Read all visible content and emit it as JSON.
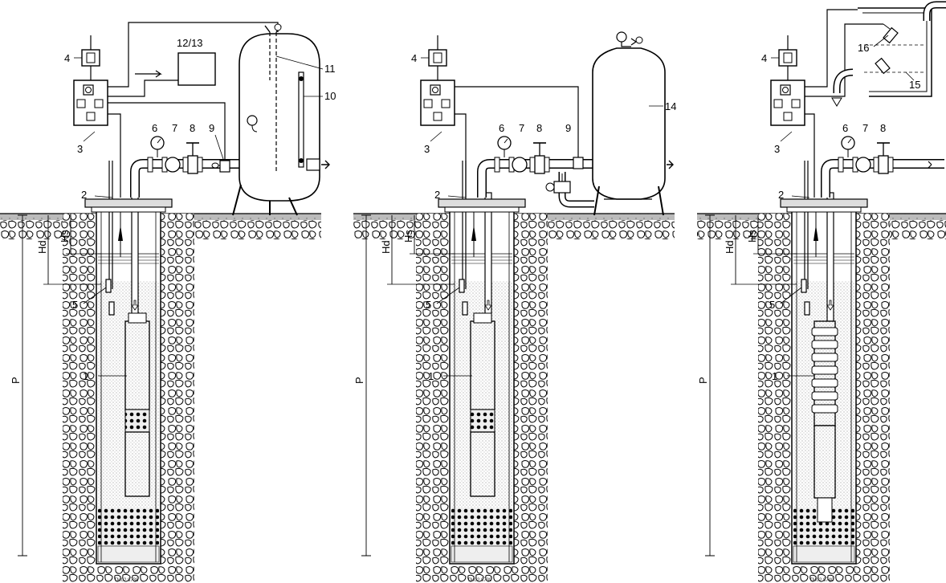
{
  "panels": [
    {
      "id": "a",
      "callouts": [
        "1",
        "2",
        "3",
        "4",
        "5",
        "6",
        "7",
        "8",
        "9",
        "10",
        "11",
        "12/13"
      ],
      "dims": {
        "hs": "Hs",
        "hd": "Hd",
        "p": "P"
      },
      "code": "TM02 8738"
    },
    {
      "id": "b",
      "callouts": [
        "1",
        "2",
        "3",
        "4",
        "5",
        "6",
        "7",
        "8",
        "9",
        "14"
      ],
      "dims": {
        "hs": "Hs",
        "hd": "Hd",
        "p": "P"
      },
      "code": "TM02 8739"
    },
    {
      "id": "c",
      "callouts": [
        "1",
        "2",
        "3",
        "4",
        "5",
        "6",
        "7",
        "8",
        "15",
        "16"
      ],
      "dims": {
        "hs": "Hs",
        "hd": "Hd",
        "p": "P"
      },
      "code": "TM02 8740"
    }
  ],
  "icons": [
    "control-box-icon",
    "switch-icon",
    "manometer-icon",
    "valve-icon",
    "pressure-tank-icon",
    "cistern-icon",
    "float-switch-icon"
  ]
}
